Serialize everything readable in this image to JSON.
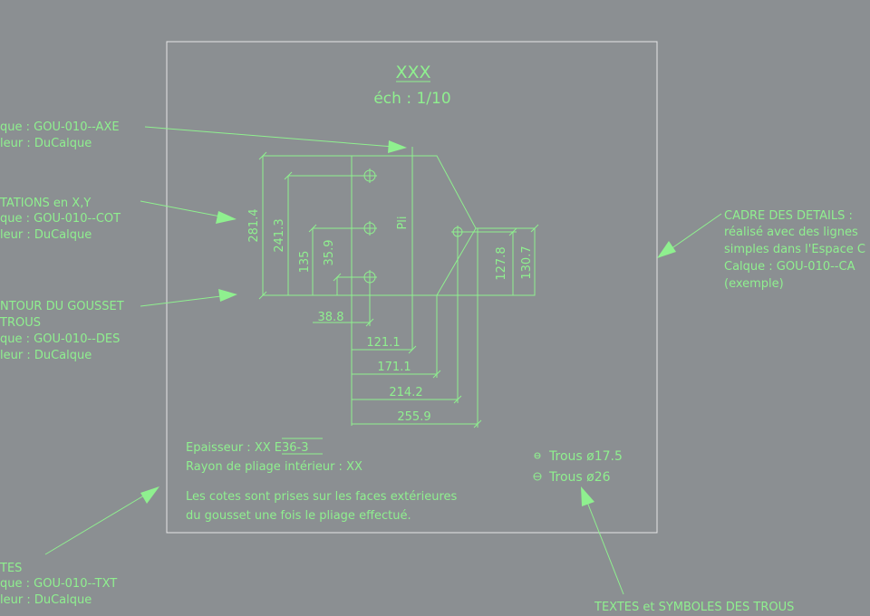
{
  "title": "XXX",
  "scale": "éch : 1/10",
  "pli_label": "Pli",
  "dimensions": {
    "d281_4": "281.4",
    "d241_3": "241.3",
    "d135": "135",
    "d35_9": "35.9",
    "d38_8": "38.8",
    "d121_1": "121.1",
    "d171_1": "171.1",
    "d214_2": "214.2",
    "d255_9": "255.9",
    "d127_8": "127.8",
    "d130_7": "130.7"
  },
  "notes": {
    "epaisseur_prefix": "Epaisseur : XX ",
    "epaisseur_mat": "E36-3",
    "rayon": "Rayon de pliage intérieur : XX",
    "cotes_line1": "Les cotes sont prises sur les faces extérieures",
    "cotes_line2": "du gousset une fois le pliage effectué."
  },
  "holes_legend": {
    "small": "Trous ø17.5",
    "large": "Trous ø26"
  },
  "left_annotations": {
    "axe": [
      "que : GOU-010--AXE",
      "leur : DuCalque"
    ],
    "cot": [
      "TATIONS en X,Y",
      "que : GOU-010--COT",
      "leur : DuCalque"
    ],
    "des": [
      "NTOUR DU GOUSSET",
      "TROUS",
      "que : GOU-010--DES",
      "leur : DuCalque"
    ],
    "txt": [
      "TES",
      "que : GOU-010--TXT",
      "leur : DuCalque"
    ]
  },
  "right_annotation": [
    "CADRE DES DETAILS :",
    "réalisé avec des lignes",
    "simples dans l'Espace C",
    "Calque : GOU-010--CA",
    "(exemple)"
  ],
  "bottom_annotation": "TEXTES et SYMBOLES DES TROUS",
  "colors": {
    "background": "#8b8f92",
    "drawing": "#8ff08f",
    "frame": "#e6e6e6"
  }
}
